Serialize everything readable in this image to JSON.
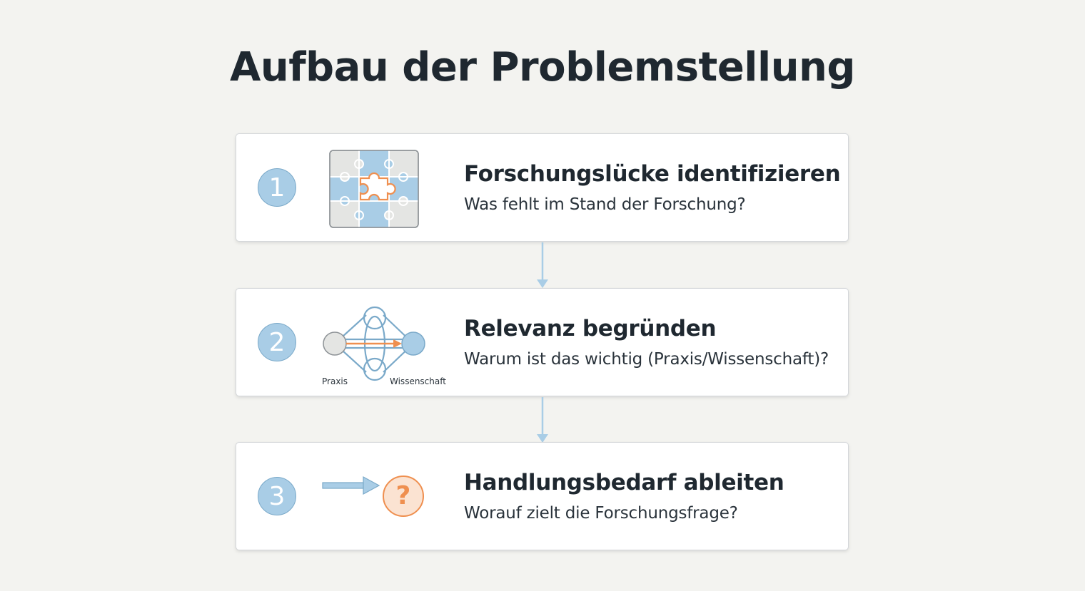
{
  "title": "Aufbau der Problemstellung",
  "colors": {
    "accent_blue": "#a9cde6",
    "accent_orange": "#ef8f4f",
    "background": "#f3f3f0"
  },
  "steps": [
    {
      "number": "1",
      "title": "Forschungslücke identifizieren",
      "subtitle": "Was fehlt im Stand der Forschung?",
      "icon": "puzzle-missing-piece-icon"
    },
    {
      "number": "2",
      "title": "Relevanz begründen",
      "subtitle": "Warum ist das wichtig (Praxis/Wissenschaft)?",
      "icon": "network-link-icon",
      "icon_labels": {
        "left": "Praxis",
        "right": "Wissenschaft"
      }
    },
    {
      "number": "3",
      "title": "Handlungsbedarf ableiten",
      "subtitle": "Worauf zielt die Forschungsfrage?",
      "icon": "arrow-question-icon",
      "icon_symbol": "?"
    }
  ]
}
